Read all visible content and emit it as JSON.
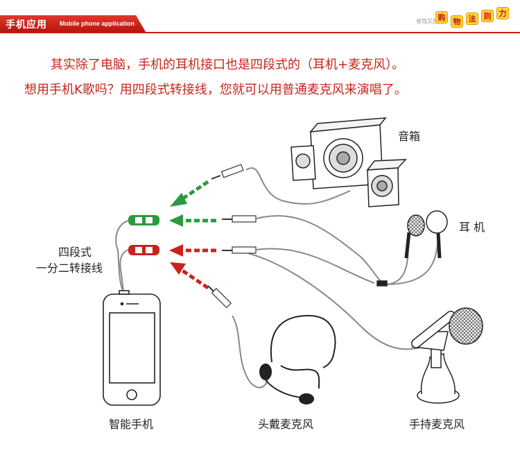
{
  "header": {
    "title": "手机应用",
    "subtitle": "Mobile phone application",
    "slogan": "省钱又放心",
    "badges": [
      "购",
      "物",
      "法",
      "则",
      "力"
    ]
  },
  "intro": {
    "line1": "其实除了电脑，手机的耳机接口也是四段式的（耳机+麦克风）。",
    "line2": "想用手机K歌吗？用四段式转接线，您就可以用普通麦克风来演唱了。"
  },
  "labels": {
    "speaker": "音箱",
    "earphone": "耳 机",
    "adapter_line1": "四段式",
    "adapter_line2": "一分二转接线",
    "phone": "智能手机",
    "headset_mic": "头戴麦克风",
    "handheld_mic": "手持麦克风"
  },
  "colors": {
    "accent_red": "#c7241b",
    "arrow_green": "#2a9a3c",
    "arrow_red": "#c8231b",
    "cable_gray": "#888888"
  }
}
